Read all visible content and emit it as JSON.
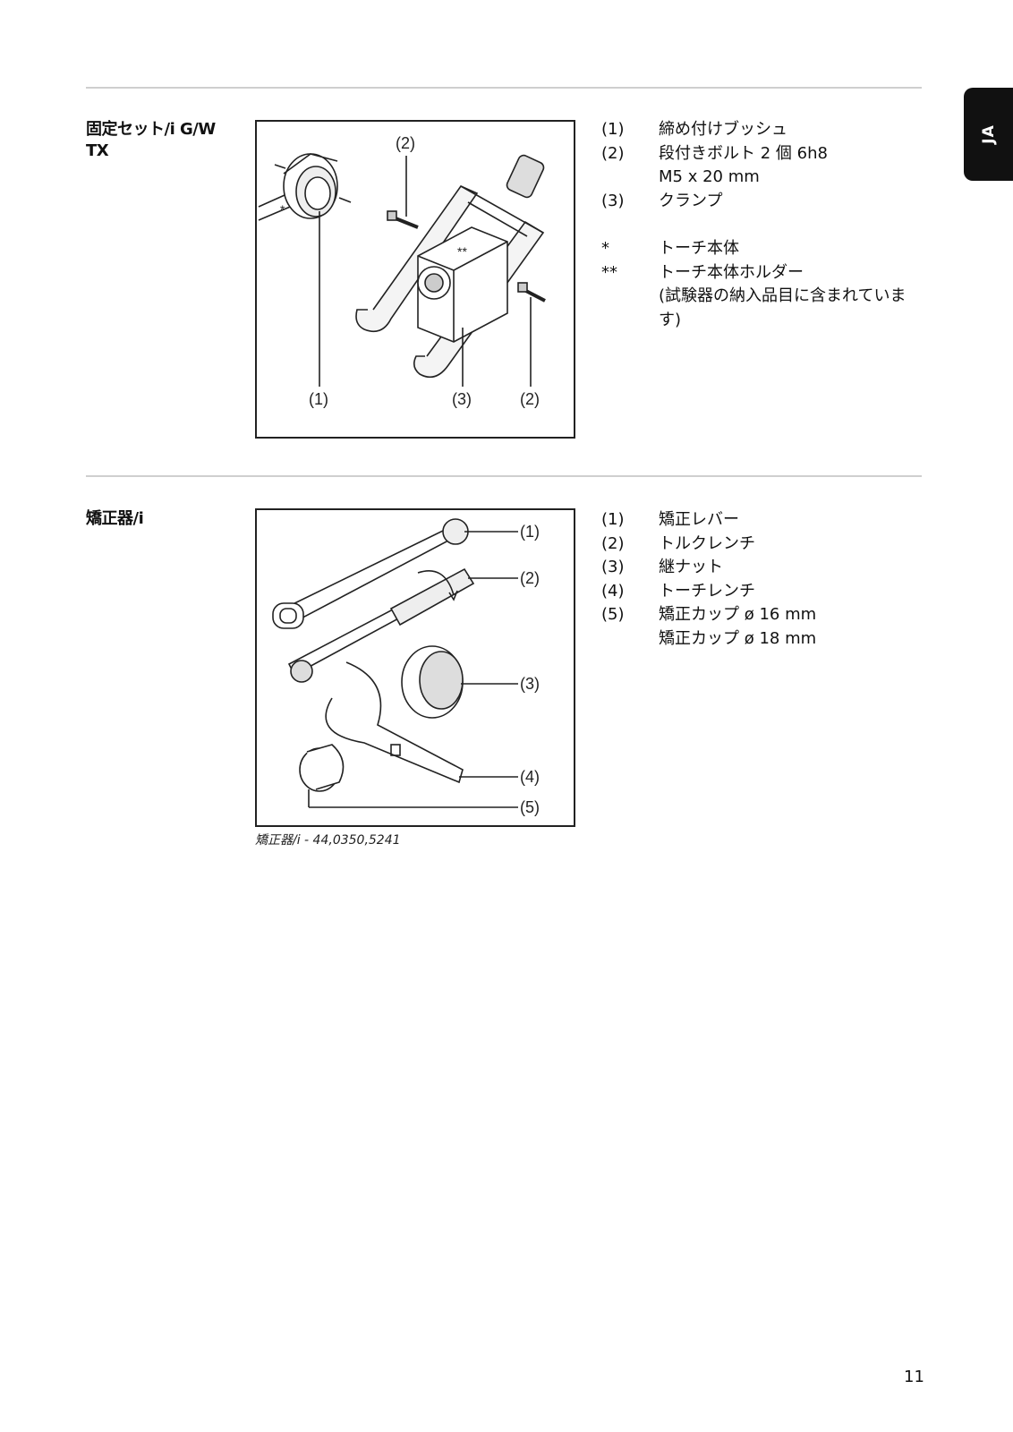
{
  "lang_tab": "JA",
  "section1": {
    "title": "固定セット/i G/W TX",
    "figure": {
      "labels": {
        "top2": "(2)",
        "b1": "(1)",
        "b3": "(3)",
        "b2": "(2)",
        "star": "*",
        "star2": "**"
      }
    },
    "legend": [
      {
        "num": "(1)",
        "text": "締め付けブッシュ"
      },
      {
        "num": "(2)",
        "text": "段付きボルト 2 個 6h8"
      },
      {
        "num": "",
        "text": "M5 x 20 mm"
      },
      {
        "num": "(3)",
        "text": "クランプ"
      }
    ],
    "notes": [
      {
        "num": "*",
        "text": "トーチ本体"
      },
      {
        "num": "**",
        "text": "トーチ本体ホルダー"
      },
      {
        "num": "",
        "text": "(試験器の納入品目に含まれていま"
      },
      {
        "num": "",
        "text": "す)"
      }
    ]
  },
  "section2": {
    "title": "矯正器/i",
    "figure": {
      "labels": {
        "l1": "(1)",
        "l2": "(2)",
        "l3": "(3)",
        "l4": "(4)",
        "l5": "(5)"
      }
    },
    "caption": "矯正器/i - 44,0350,5241",
    "legend": [
      {
        "num": "(1)",
        "text": "矯正レバー"
      },
      {
        "num": "(2)",
        "text": "トルクレンチ"
      },
      {
        "num": "(3)",
        "text": "継ナット"
      },
      {
        "num": "(4)",
        "text": "トーチレンチ"
      },
      {
        "num": "(5)",
        "text": "矯正カップ ø 16 mm"
      },
      {
        "num": "",
        "text": "矯正カップ ø 18 mm"
      }
    ]
  },
  "page_number": "11"
}
